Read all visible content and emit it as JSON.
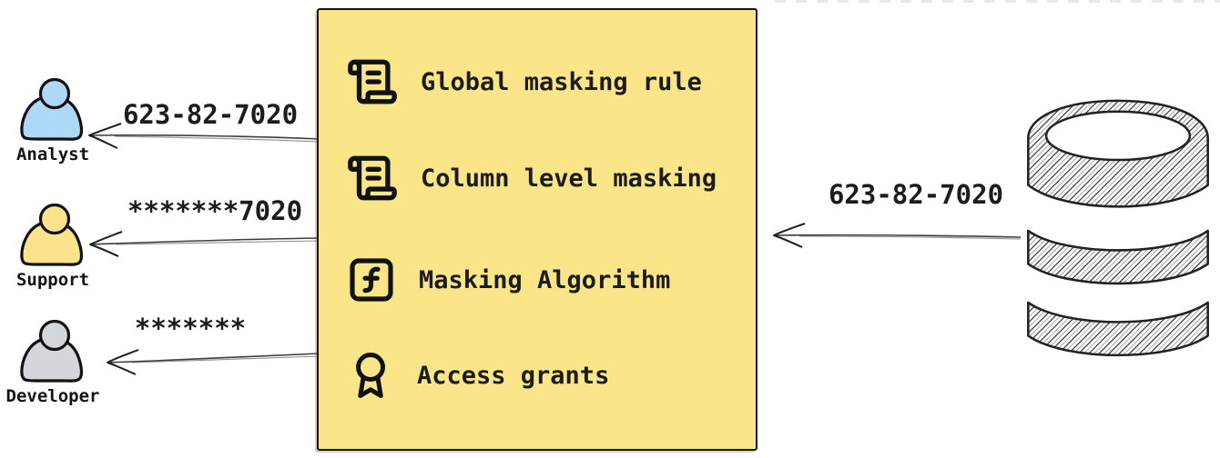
{
  "masking_box": {
    "items": [
      {
        "icon": "scroll-text-icon",
        "label": "Global masking rule"
      },
      {
        "icon": "scroll-text-icon",
        "label": "Column level masking"
      },
      {
        "icon": "function-square-icon",
        "label": "Masking Algorithm"
      },
      {
        "icon": "award-icon",
        "label": "Access grants"
      }
    ],
    "background_color": "#FAE588",
    "border_color": "#151515"
  },
  "source": {
    "kind": "database",
    "value_sent": "623-82-7020"
  },
  "consumers": [
    {
      "role": "Analyst",
      "masked_value": "623-82-7020",
      "fill_color": "#AED8F7"
    },
    {
      "role": "Support",
      "masked_value": "*******7020",
      "fill_color": "#FBE38B"
    },
    {
      "role": "Developer",
      "masked_value": "*******",
      "fill_color": "#D3D7DB"
    }
  ],
  "ink_color": "#1c1c1c"
}
